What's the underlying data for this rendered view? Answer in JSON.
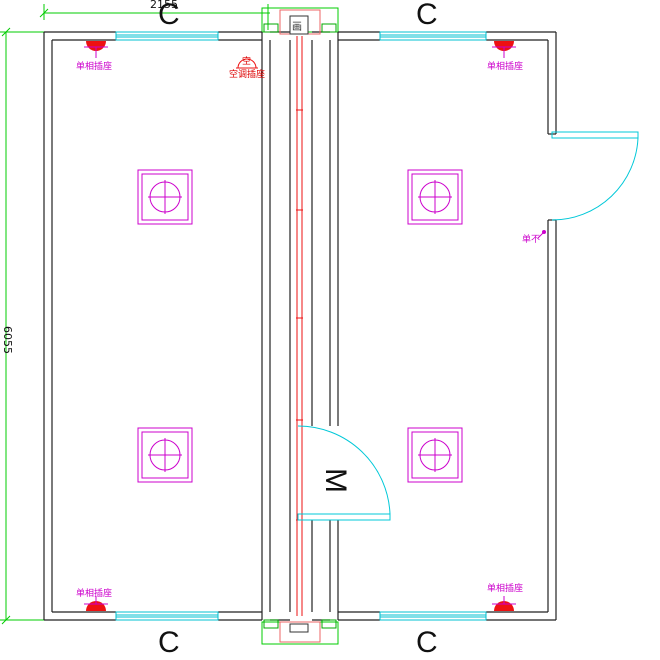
{
  "drawing": {
    "window_label": "C",
    "door_label": "M",
    "dim_width": "2155",
    "dim_height": "6055",
    "socket_label": "单相插座",
    "ac_socket_label": "空调插座",
    "ac_symbol": "空",
    "switch_label": "单不",
    "panel_symbol": "画"
  },
  "colors": {
    "wall": "#222222",
    "window": "#00c0d0",
    "door": "#00c8d8",
    "fixture": "#cc00cc",
    "socket": "#ee1111",
    "dimension": "#00cc00",
    "label_magenta": "#cc00cc",
    "label_red": "#dd0000"
  }
}
